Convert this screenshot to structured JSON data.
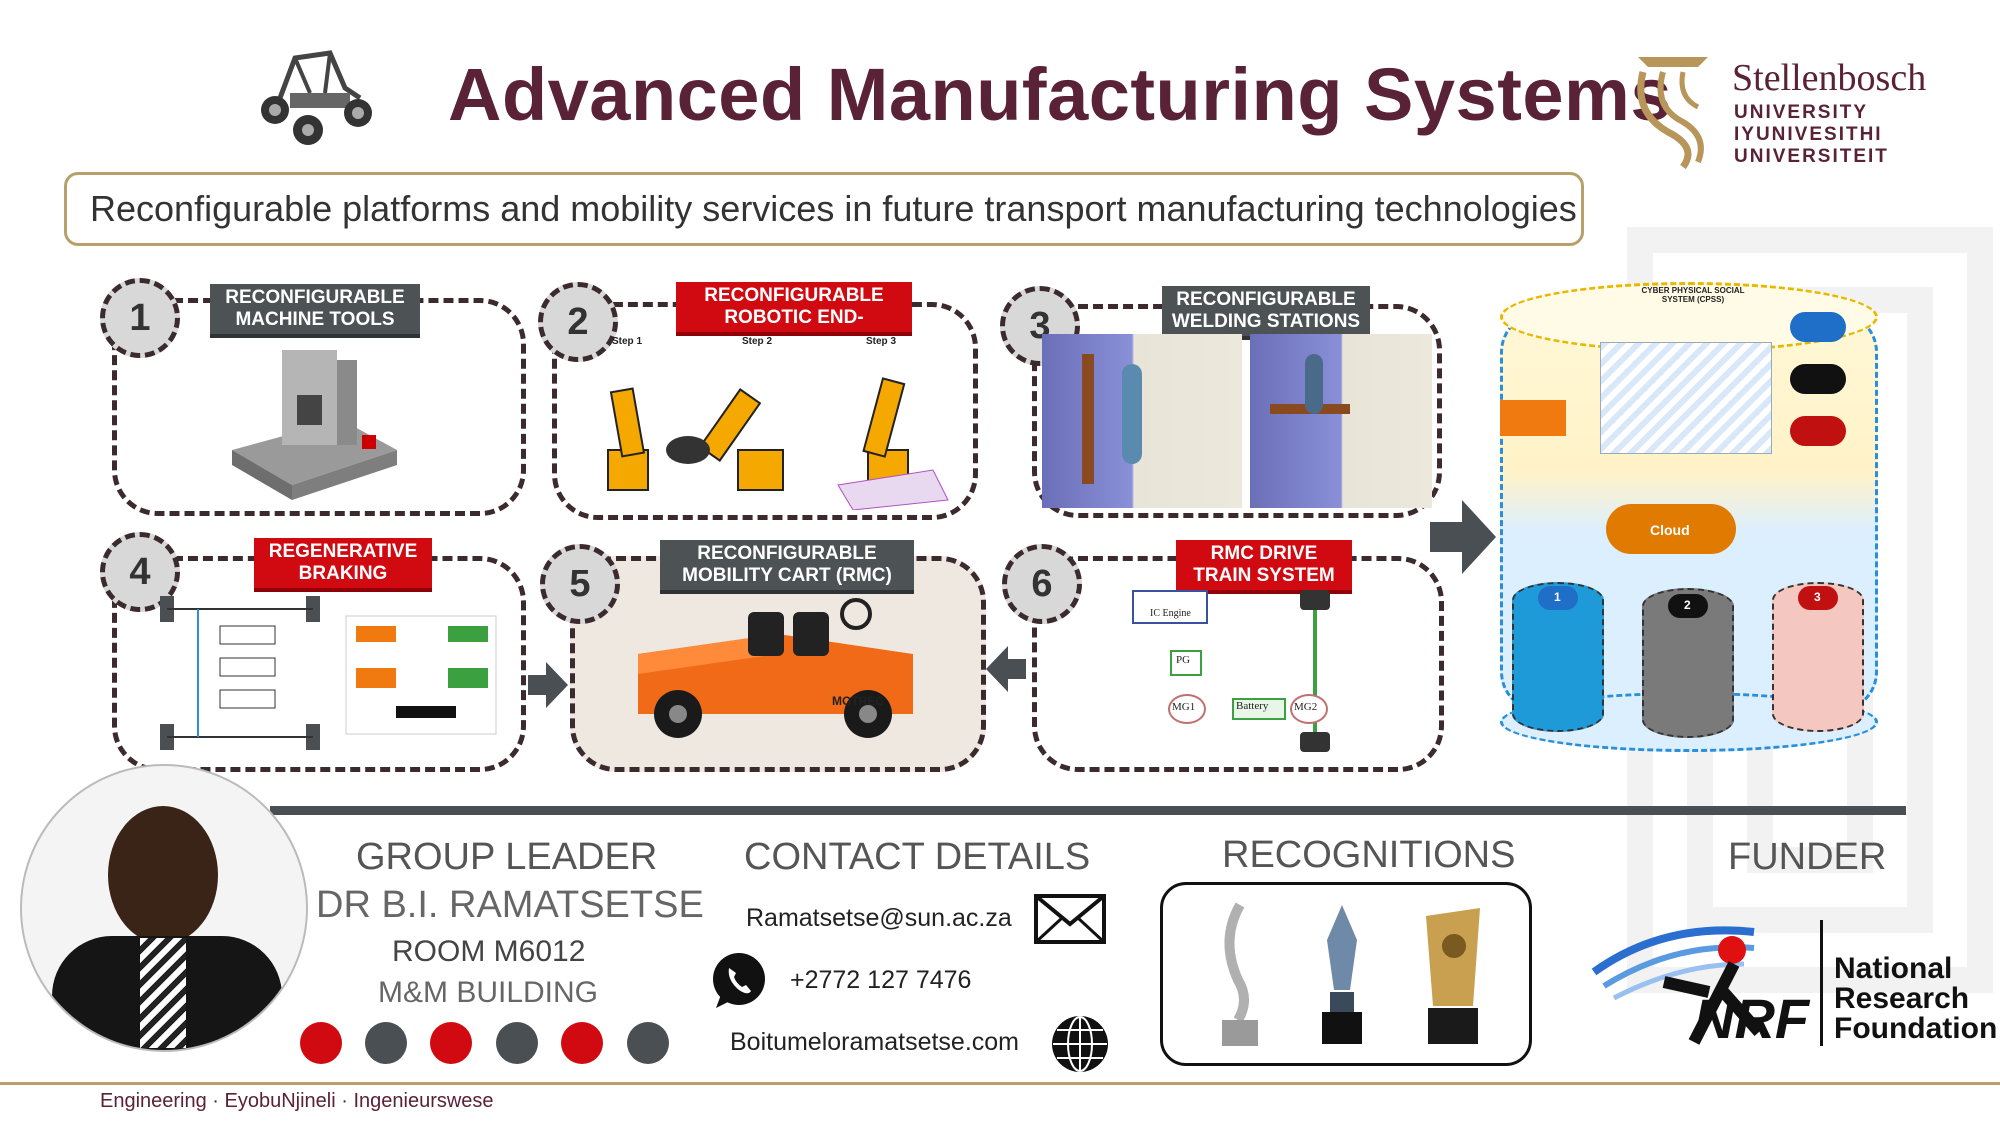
{
  "header": {
    "title": "Advanced Manufacturing Systems",
    "subtitle": "Reconfigurable platforms and mobility services in future transport manufacturing technologies",
    "logo": {
      "name": "Stellenbosch",
      "line1": "UNIVERSITY",
      "line2": "IYUNIVESITHI",
      "line3": "UNIVERSITEIT"
    }
  },
  "panels": [
    {
      "number": "1",
      "label": "RECONFIGURABLE\nMACHINE TOOLS",
      "style": "gray"
    },
    {
      "number": "2",
      "label": "RECONFIGURABLE\nROBOTIC END-",
      "style": "red"
    },
    {
      "number": "3",
      "label": "RECONFIGURABLE\nWELDING STATIONS",
      "style": "gray"
    },
    {
      "number": "4",
      "label": "REGENERATIVE\nBRAKING",
      "style": "red"
    },
    {
      "number": "5",
      "label": "RECONFIGURABLE\nMOBILITY CART (RMC)",
      "style": "gray"
    },
    {
      "number": "6",
      "label": "RMC DRIVE\nTRAIN SYSTEM",
      "style": "red"
    }
  ],
  "robot_steps": [
    "Step 1",
    "Step 2",
    "Step 3"
  ],
  "drivetrain": {
    "engine": "IC Engine",
    "pg": "PG",
    "mg1": "MG1",
    "mg2": "MG2",
    "battery": "Battery"
  },
  "cart_brand": "MOTREC",
  "cpss": {
    "title": "CYBER PHYSICAL SOCIAL\nSYSTEM (CPSS)",
    "cloud": "Cloud",
    "db": [
      "1",
      "2",
      "3"
    ]
  },
  "group_leader": {
    "heading": "GROUP LEADER",
    "name": "DR B.I. RAMATSETSE",
    "room": "ROOM M6012",
    "building": "M&M BUILDING"
  },
  "contact": {
    "heading": "CONTACT DETAILS",
    "email": "Ramatsetse@sun.ac.za",
    "phone": "+2772 127 7476",
    "web": "Boitumeloramatsetse.com"
  },
  "recognitions": {
    "heading": "RECOGNITIONS"
  },
  "funder": {
    "heading": "FUNDER",
    "logo_text": "NRF",
    "name1": "National",
    "name2": "Research",
    "name3": "Foundation"
  },
  "footer": "Engineering · EyobuNjineli · Ingenieurswese",
  "colors": {
    "maroon": "#5a2236",
    "gold": "#b8a06a",
    "red": "#d10a12",
    "gray": "#4d5255",
    "dot_red": "#d10a12",
    "dot_gray": "#4a4f53"
  }
}
